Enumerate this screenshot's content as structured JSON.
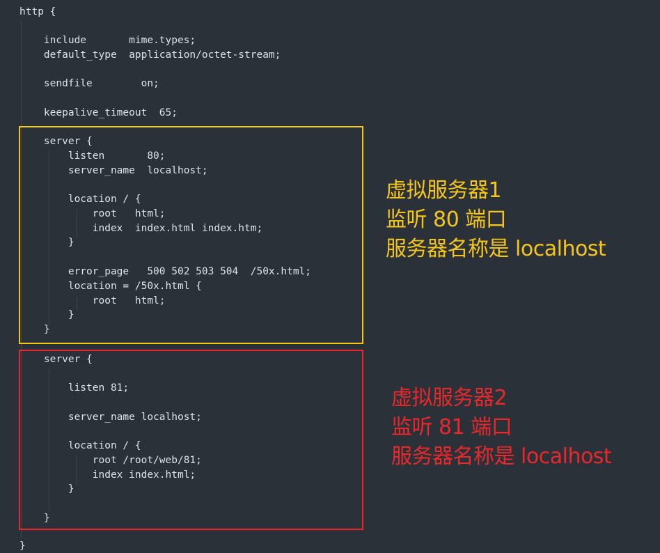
{
  "editor": {
    "lines": [
      "http {",
      "",
      "    include       mime.types;",
      "    default_type  application/octet-stream;",
      "",
      "    sendfile        on;",
      "",
      "    keepalive_timeout  65;",
      "",
      "    server {",
      "        listen       80;",
      "        server_name  localhost;",
      "",
      "        location / {",
      "            root   html;",
      "            index  index.html index.htm;",
      "        }",
      "",
      "        error_page   500 502 503 504  /50x.html;",
      "        location = /50x.html {",
      "            root   html;",
      "        }",
      "    }",
      "",
      "    server {",
      "",
      "        listen 81;",
      "",
      "        server_name localhost;",
      "",
      "        location / {",
      "            root /root/web/81;",
      "            index index.html;",
      "        }",
      "",
      "    }",
      "",
      "}"
    ]
  },
  "server1": {
    "border_color": "#f5c518",
    "note_color": "#f5c518",
    "note": [
      "虚拟服务器1",
      "监听 80 端口",
      "服务器名称是 localhost"
    ]
  },
  "server2": {
    "border_color": "#e8282b",
    "note_color": "#e8282b",
    "note": [
      "虚拟服务器2",
      "监听 81 端口",
      "服务器名称是 localhost"
    ]
  }
}
